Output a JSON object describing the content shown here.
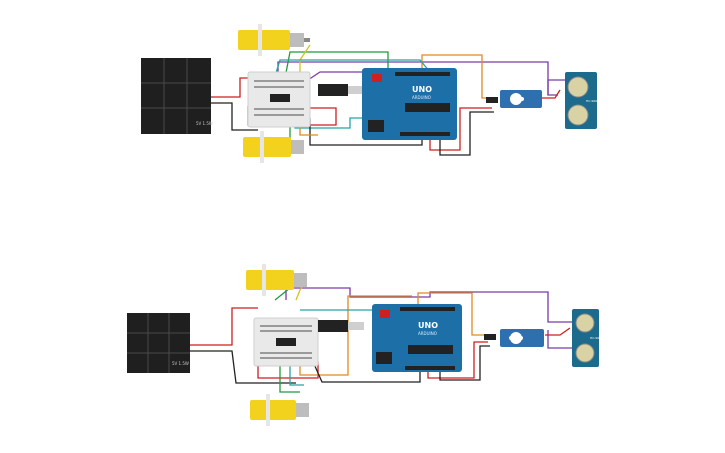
{
  "colors": {
    "solar": "#1f1f1f",
    "solar_grid": "#4a4a4a",
    "motor": "#f2d21c",
    "motor_dark": "#c9a80f",
    "breadboard": "#e9e9e9",
    "arduino": "#1d6fa8",
    "arduino_dark": "#155a8a",
    "servo": "#2e6fb0",
    "sensor": "#1c6a8c",
    "sensor_eye": "#d8d2a4",
    "wire_red": "#d01f1f",
    "wire_black": "#222222",
    "wire_green": "#1f9b3c",
    "wire_orange": "#e08a1e",
    "wire_purple": "#7a3aa8",
    "wire_teal": "#25a5a5",
    "wire_yellow": "#d8c21a"
  },
  "circuits": [
    {
      "solar_label": "5V 1.5W",
      "arduino": {
        "brand": "UNO",
        "sub": "ARDUINO"
      },
      "sensor": "HC-SR04"
    },
    {
      "solar_label": "5V 1.5W",
      "arduino": {
        "brand": "UNO",
        "sub": "ARDUINO"
      },
      "sensor": "HC-SR04"
    }
  ]
}
